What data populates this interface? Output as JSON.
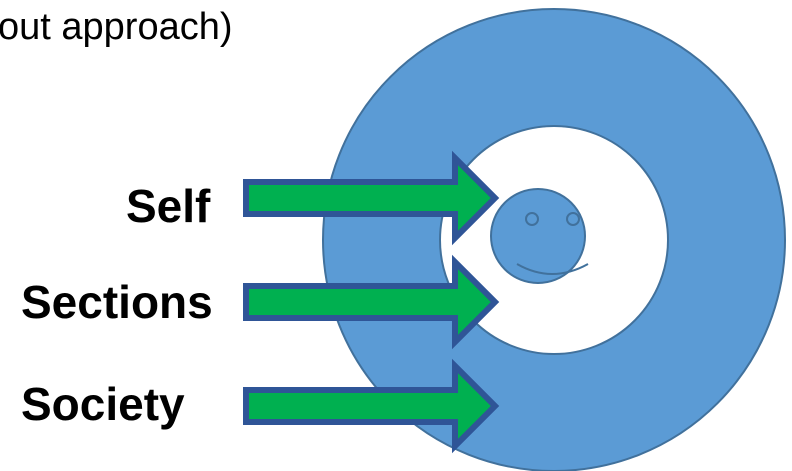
{
  "heading": "out approach)",
  "labels": {
    "self": "Self",
    "sections": "Sections",
    "society": "Society"
  },
  "colors": {
    "ring_fill": "#5b9bd5",
    "ring_stroke": "#41719c",
    "arrow_fill": "#00b050",
    "arrow_stroke": "#2f5597",
    "text": "#000000"
  },
  "icons": {
    "center": "smiley-face-icon"
  }
}
